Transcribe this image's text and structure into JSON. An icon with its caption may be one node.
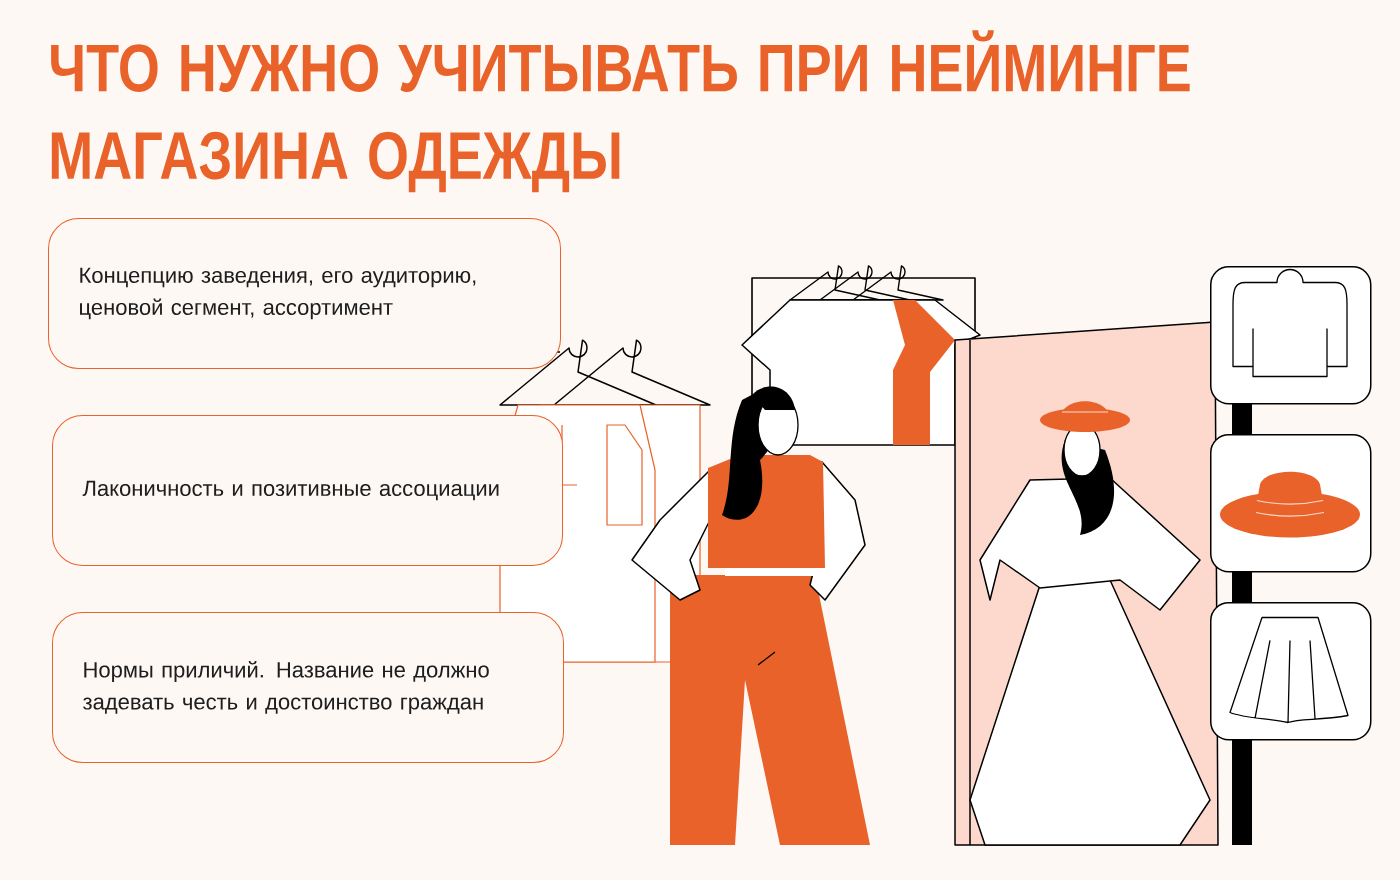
{
  "diagram": {
    "title": "ЧТО НУЖНО УЧИТЫВАТЬ ПРИ НЕЙМИНГЕ МАГАЗИНА ОДЕЖДЫ",
    "nodes": [
      {
        "text": [
          "Концепцию заведения, его аудиторию, ценовой сегмент, ассортимент"
        ]
      },
      {
        "text": [
          "Лаконичность и позитивные ассоциации"
        ]
      },
      {
        "text": [
          "Нормы приличий. Название не должно задевать честь и достоинство граждан"
        ]
      },
      {
        "text": [],
        "shape": "picture"
      },
      {
        "text": [],
        "shape": "picture"
      },
      {
        "text": [],
        "shape": "picture"
      }
    ],
    "edges": []
  }
}
